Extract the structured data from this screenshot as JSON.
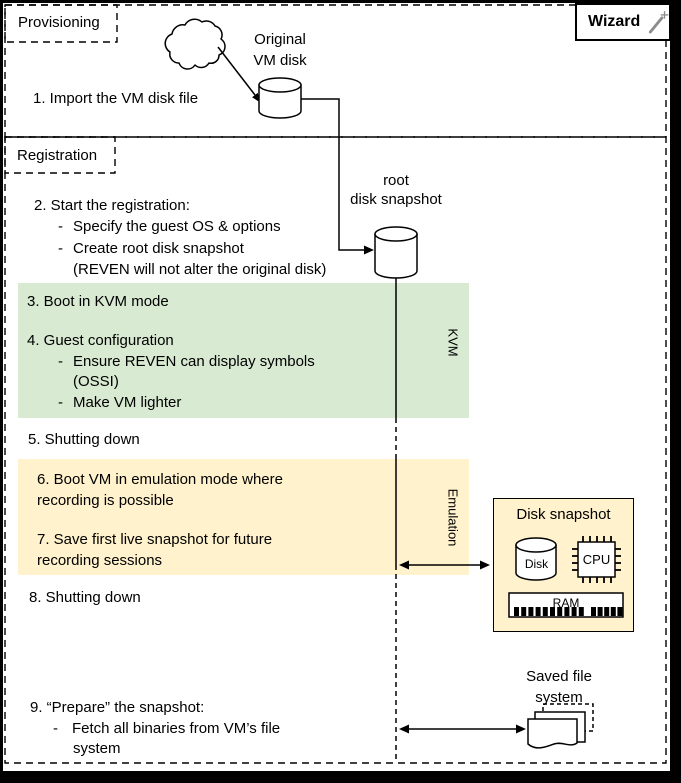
{
  "colors": {
    "kvm_phase_bg": "#d9ead3",
    "emulation_phase_bg": "#fff2cc",
    "disk_snapshot_bg": "#fff2cc",
    "line": "#000000",
    "wand_gray": "#8c8c8c"
  },
  "provisioning": {
    "label": "Provisioning",
    "step1": "1. Import the VM disk file",
    "original_disk_label": "Original\nVM disk"
  },
  "wizard": {
    "label": "Wizard"
  },
  "registration": {
    "label": "Registration",
    "step2_title": "2. Start the registration:",
    "step2_bullet1_dash": "-",
    "step2_bullet1": "Specify the guest OS & options",
    "step2_bullet2_dash": "-",
    "step2_bullet2": "Create root disk snapshot",
    "step2_note": "(REVEN will not alter the original disk)",
    "root_snapshot_label": "root\ndisk snapshot",
    "kvm_phase": {
      "step3": "3. Boot in KVM mode",
      "step4": "4. Guest configuration",
      "bullet1_dash": "-",
      "bullet1": "Ensure REVEN can display symbols",
      "bullet1_cont": "(OSSI)",
      "bullet2_dash": "-",
      "bullet2": "Make VM lighter",
      "side_label": "KVM"
    },
    "step5": "5. Shutting down",
    "emulation_phase": {
      "step6": "6. Boot VM in emulation mode where\nrecording is possible",
      "step7": "7. Save first live snapshot for future\nrecording sessions",
      "side_label": "Emulation"
    },
    "step8": "8. Shutting down",
    "step9_title": "9. “Prepare” the snapshot:",
    "step9_bullet_dash": "-",
    "step9_bullet": "Fetch all binaries from VM’s file",
    "step9_bullet_cont": "system",
    "disk_snapshot_box": {
      "title": "Disk snapshot",
      "disk": "Disk",
      "cpu": "CPU",
      "ram": "RAM"
    },
    "saved_file_system_label": "Saved file\nsystem"
  }
}
